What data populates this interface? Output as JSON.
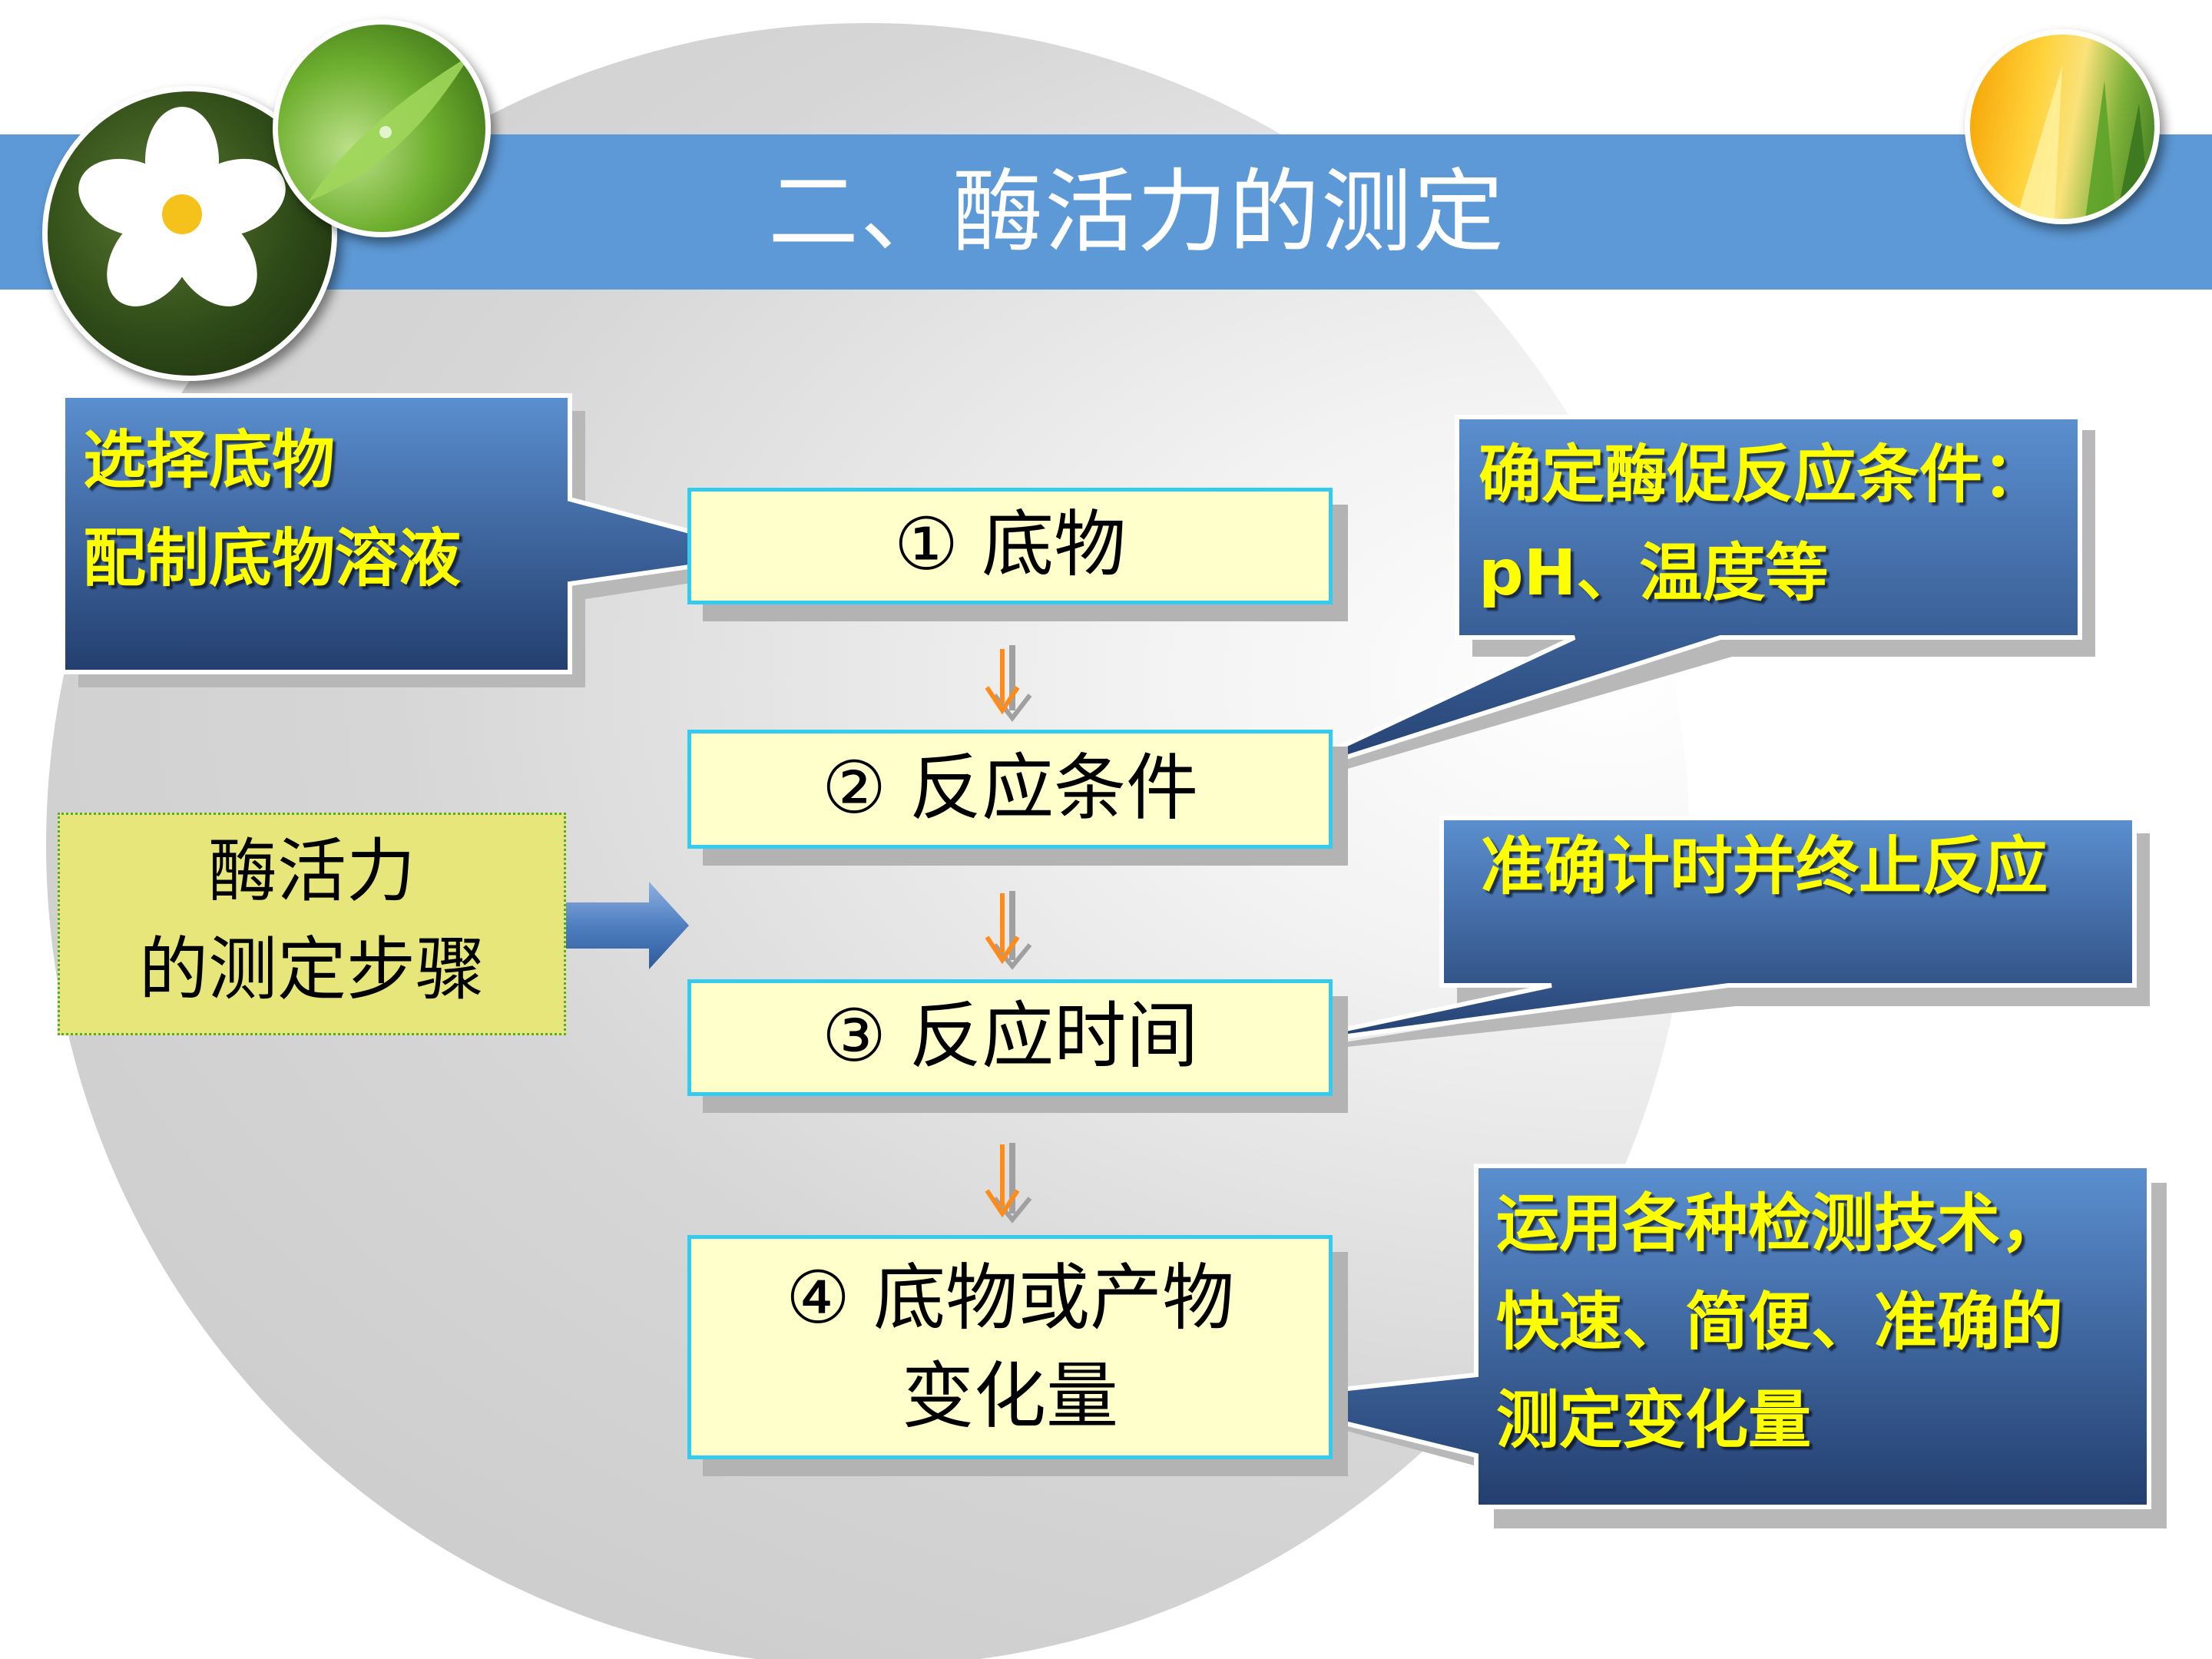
{
  "title": "二、酶活力的测定",
  "steps": [
    {
      "label": "① 底物"
    },
    {
      "label": "② 反应条件"
    },
    {
      "label": "③ 反应时间"
    },
    {
      "label_line1": "④ 底物或产物",
      "label_line2": "变化量"
    }
  ],
  "left_callout": {
    "line1": "选择底物",
    "line2": "配制底物溶液"
  },
  "right_callouts": [
    {
      "line1": "确定酶促反应条件：",
      "line2": "pH、温度等"
    },
    {
      "line1": "准确计时并终止反应"
    },
    {
      "line1": "运用各种检测技术，",
      "line2": "快速、简便、准确的",
      "line3": "测定变化量"
    }
  ],
  "side_label": {
    "line1": "酶活力",
    "line2": "的测定步骤"
  },
  "colors": {
    "title_bar": "#5d99d6",
    "callout_blue_top": "#5b8fd0",
    "callout_blue_bottom": "#233e6e",
    "callout_text": "#ffff00",
    "step_fill": "#ffffcc",
    "step_border": "#33ccee",
    "side_fill": "#e6e67a",
    "arrow_orange": "#ff8c1a",
    "block_arrow": "#4f7fc0"
  }
}
